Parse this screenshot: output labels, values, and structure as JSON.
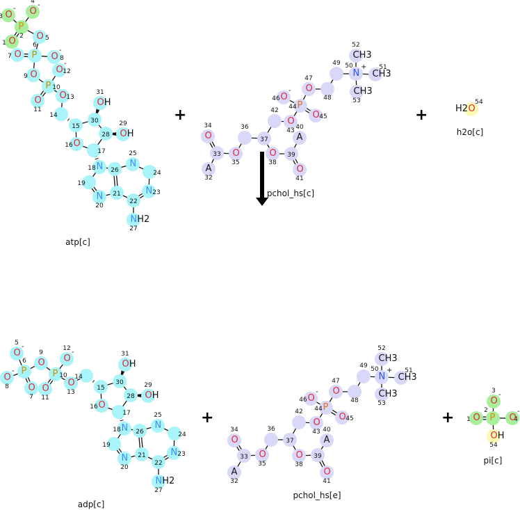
{
  "colors": {
    "highlight_cyan": "#a8f4f8",
    "highlight_green": "#a8ee9c",
    "highlight_lavender": "#d8d8f8",
    "highlight_yellow": "#fafab4",
    "oxygen": "#e0283a",
    "nitrogen_nucleotide": "#3c8cff",
    "nitrogen_choline": "#3050f0",
    "phosphorus": "#d09000",
    "phosphorus_choline": "#e07020"
  },
  "operators": [
    "+",
    "+",
    "+",
    "+"
  ],
  "molecules": [
    {
      "id": "atp",
      "name": "atp[c]",
      "atoms": [
        {
          "n": "1",
          "l": "O",
          "h": "g"
        },
        {
          "n": "2",
          "l": "P",
          "h": "g"
        },
        {
          "n": "3",
          "l": "O",
          "c": "-",
          "h": "g"
        },
        {
          "n": "4",
          "l": "O",
          "c": "-",
          "h": "g"
        },
        {
          "n": "5",
          "l": "O"
        },
        {
          "n": "6",
          "l": "P"
        },
        {
          "n": "7",
          "l": "O"
        },
        {
          "n": "8",
          "l": "O",
          "c": "-"
        },
        {
          "n": "9",
          "l": "O"
        },
        {
          "n": "10",
          "l": "P"
        },
        {
          "n": "11",
          "l": "O"
        },
        {
          "n": "12",
          "l": "O",
          "c": "-"
        },
        {
          "n": "13",
          "l": "O"
        },
        {
          "n": "14",
          "l": ""
        },
        {
          "n": "15",
          "l": ""
        },
        {
          "n": "16",
          "l": "O"
        },
        {
          "n": "17",
          "l": ""
        },
        {
          "n": "18",
          "l": "N"
        },
        {
          "n": "19",
          "l": ""
        },
        {
          "n": "20",
          "l": "N"
        },
        {
          "n": "21",
          "l": ""
        },
        {
          "n": "22",
          "l": ""
        },
        {
          "n": "23",
          "l": "N"
        },
        {
          "n": "24",
          "l": ""
        },
        {
          "n": "25",
          "l": "N"
        },
        {
          "n": "26",
          "l": ""
        },
        {
          "n": "27",
          "l": "NH2"
        },
        {
          "n": "28",
          "l": ""
        },
        {
          "n": "29",
          "l": "OH"
        },
        {
          "n": "30",
          "l": ""
        },
        {
          "n": "31",
          "l": "OH"
        }
      ]
    },
    {
      "id": "pcholc",
      "name": "pchol_hs[c]",
      "atoms": [
        {
          "n": "32",
          "l": "A"
        },
        {
          "n": "33",
          "l": ""
        },
        {
          "n": "34",
          "l": "O"
        },
        {
          "n": "35",
          "l": "O"
        },
        {
          "n": "36",
          "l": ""
        },
        {
          "n": "37",
          "l": ""
        },
        {
          "n": "38",
          "l": "O"
        },
        {
          "n": "39",
          "l": ""
        },
        {
          "n": "40",
          "l": "A"
        },
        {
          "n": "41",
          "l": "O"
        },
        {
          "n": "42",
          "l": ""
        },
        {
          "n": "43",
          "l": "O"
        },
        {
          "n": "44",
          "l": "P"
        },
        {
          "n": "45",
          "l": "O"
        },
        {
          "n": "46",
          "l": "O",
          "c": "-"
        },
        {
          "n": "47",
          "l": "O"
        },
        {
          "n": "48",
          "l": ""
        },
        {
          "n": "49",
          "l": ""
        },
        {
          "n": "50",
          "l": "N",
          "c": "+"
        },
        {
          "n": "51",
          "l": "CH3"
        },
        {
          "n": "52",
          "l": "CH3"
        },
        {
          "n": "53",
          "l": "CH3"
        }
      ]
    },
    {
      "id": "h2o",
      "name": "h2o[c]",
      "atoms": [
        {
          "n": "54",
          "l": "O",
          "pre": "H2",
          "h": "y"
        }
      ]
    },
    {
      "id": "adp",
      "name": "adp[c]",
      "atoms": [
        {
          "n": "5",
          "l": "O",
          "c": "-"
        },
        {
          "n": "6",
          "l": "P"
        },
        {
          "n": "7",
          "l": "O"
        },
        {
          "n": "8",
          "l": "O",
          "c": "-"
        },
        {
          "n": "9",
          "l": "O"
        },
        {
          "n": "10",
          "l": "P"
        },
        {
          "n": "11",
          "l": "O"
        },
        {
          "n": "12",
          "l": "O",
          "c": "-"
        },
        {
          "n": "13",
          "l": "O"
        },
        {
          "n": "14",
          "l": ""
        },
        {
          "n": "15",
          "l": ""
        },
        {
          "n": "16",
          "l": "O"
        },
        {
          "n": "17",
          "l": ""
        },
        {
          "n": "18",
          "l": "N"
        },
        {
          "n": "19",
          "l": ""
        },
        {
          "n": "20",
          "l": "N"
        },
        {
          "n": "21",
          "l": ""
        },
        {
          "n": "22",
          "l": ""
        },
        {
          "n": "23",
          "l": "N"
        },
        {
          "n": "24",
          "l": ""
        },
        {
          "n": "25",
          "l": "N"
        },
        {
          "n": "26",
          "l": ""
        },
        {
          "n": "27",
          "l": "NH2"
        },
        {
          "n": "28",
          "l": ""
        },
        {
          "n": "29",
          "l": "OH"
        },
        {
          "n": "30",
          "l": ""
        },
        {
          "n": "31",
          "l": "OH"
        }
      ]
    },
    {
      "id": "pchole",
      "name": "pchol_hs[e]",
      "atoms": [
        {
          "n": "32",
          "l": "A"
        },
        {
          "n": "33",
          "l": ""
        },
        {
          "n": "34",
          "l": "O"
        },
        {
          "n": "35",
          "l": "O"
        },
        {
          "n": "36",
          "l": ""
        },
        {
          "n": "37",
          "l": ""
        },
        {
          "n": "38",
          "l": "O"
        },
        {
          "n": "39",
          "l": ""
        },
        {
          "n": "40",
          "l": "A"
        },
        {
          "n": "41",
          "l": "O"
        },
        {
          "n": "42",
          "l": ""
        },
        {
          "n": "43",
          "l": "O"
        },
        {
          "n": "44",
          "l": "P"
        },
        {
          "n": "45",
          "l": "O"
        },
        {
          "n": "46",
          "l": "O",
          "c": "-"
        },
        {
          "n": "47",
          "l": "O"
        },
        {
          "n": "48",
          "l": ""
        },
        {
          "n": "49",
          "l": ""
        },
        {
          "n": "50",
          "l": "N",
          "c": "+"
        },
        {
          "n": "51",
          "l": "CH3"
        },
        {
          "n": "52",
          "l": "CH3"
        },
        {
          "n": "53",
          "l": "CH3"
        }
      ]
    },
    {
      "id": "pi",
      "name": "pi[c]",
      "atoms": [
        {
          "n": "1",
          "l": "O",
          "h": "g"
        },
        {
          "n": "2",
          "l": "P",
          "h": "g"
        },
        {
          "n": "3",
          "l": "O",
          "c": "-",
          "h": "g"
        },
        {
          "n": "4",
          "l": "O",
          "c": "-",
          "h": "g"
        },
        {
          "n": "54",
          "l": "OH",
          "h": "y"
        }
      ]
    }
  ]
}
